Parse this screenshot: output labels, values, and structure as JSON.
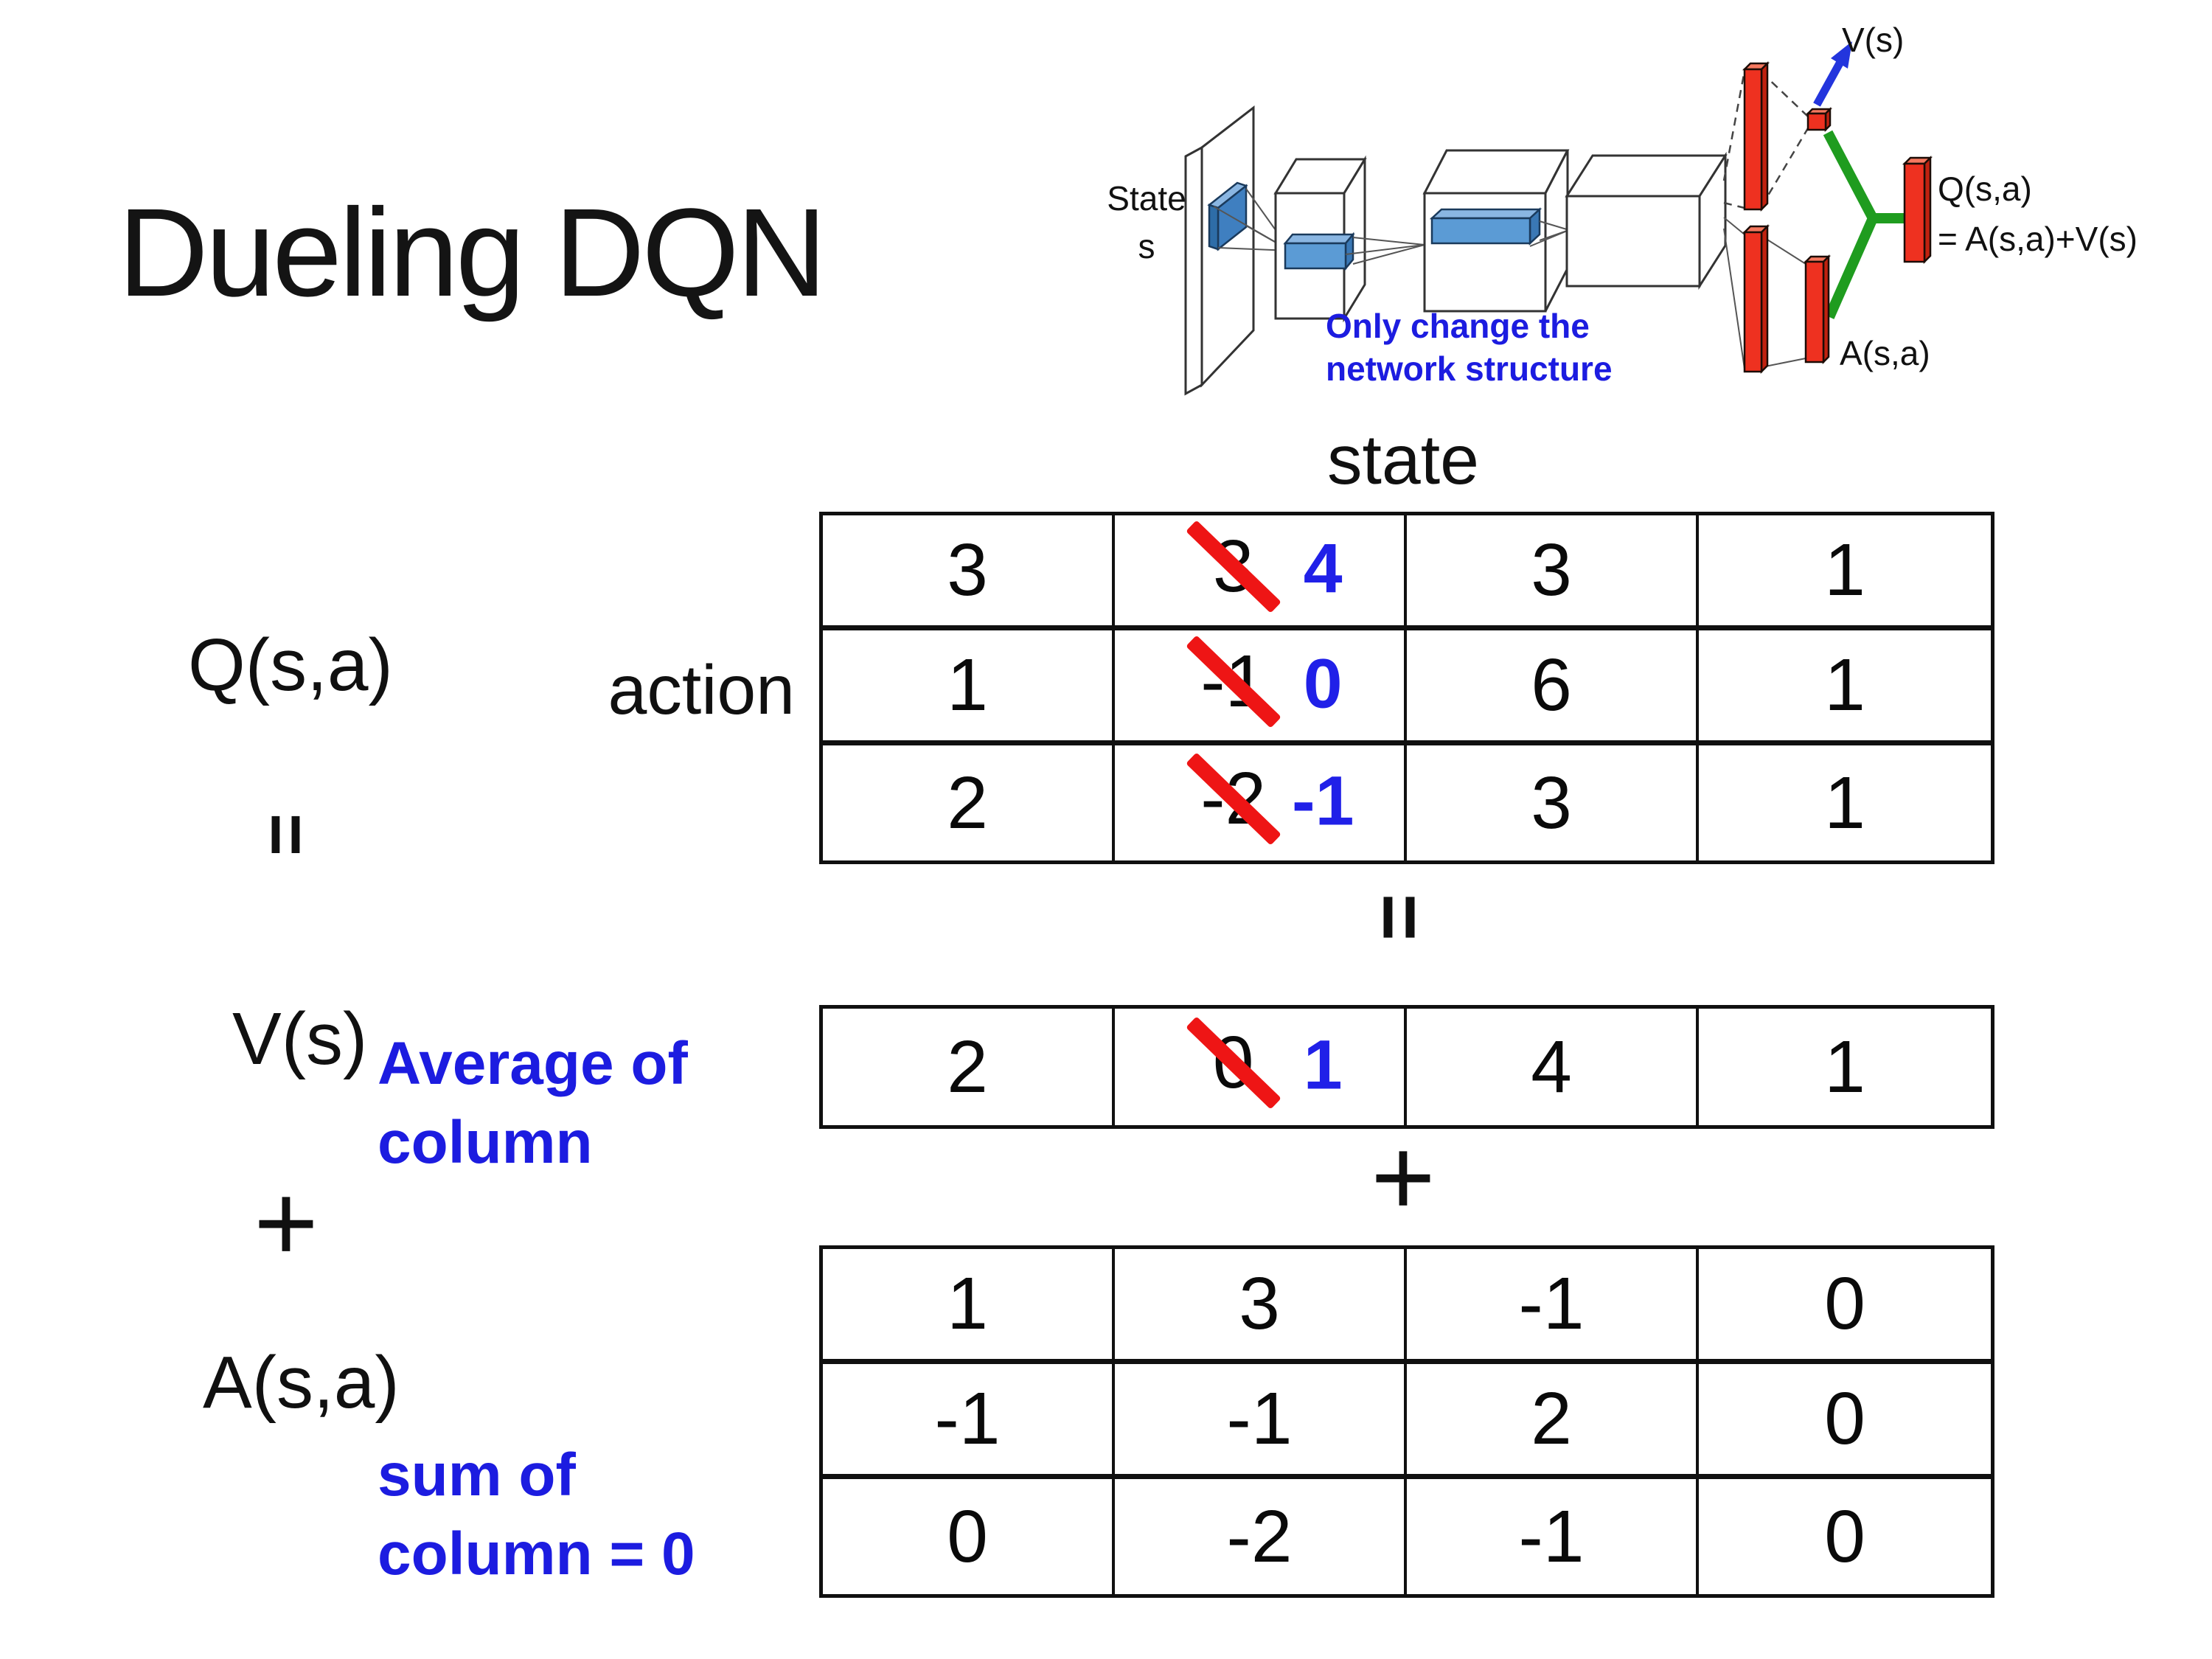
{
  "slide": {
    "title": "Dueling DQN"
  },
  "diagram": {
    "state_label_line1": "State",
    "state_label_line2": "s",
    "note_line1": "Only change the",
    "note_line2": "network structure",
    "v_out_label": "V(s)",
    "q_out_label_line1": "Q(s,a)",
    "q_out_label_line2": "= A(s,a)+V(s)",
    "a_out_label": "A(s,a)"
  },
  "matrix": {
    "state_label": "state",
    "action_label": "action",
    "q_label": "Q(s,a)",
    "v_label": "V(s)",
    "a_label": "A(s,a)",
    "equals_symbol": "=",
    "plus_symbol": "+",
    "v_note_line1": "Average of",
    "v_note_line2": "column",
    "a_note_line1": "sum of",
    "a_note_line2": "column = 0",
    "q_table": [
      [
        {
          "v": "3"
        },
        {
          "old": "3",
          "new": "4"
        },
        {
          "v": "3"
        },
        {
          "v": "1"
        }
      ],
      [
        {
          "v": "1"
        },
        {
          "old": "-1",
          "new": "0"
        },
        {
          "v": "6"
        },
        {
          "v": "1"
        }
      ],
      [
        {
          "v": "2"
        },
        {
          "old": "-2",
          "new": "-1"
        },
        {
          "v": "3"
        },
        {
          "v": "1"
        }
      ]
    ],
    "v_table": [
      [
        {
          "v": "2"
        },
        {
          "old": "0",
          "new": "1"
        },
        {
          "v": "4"
        },
        {
          "v": "1"
        }
      ]
    ],
    "a_table": [
      [
        {
          "v": "1"
        },
        {
          "v": "3"
        },
        {
          "v": "-1"
        },
        {
          "v": "0"
        }
      ],
      [
        {
          "v": "-1"
        },
        {
          "v": "-1"
        },
        {
          "v": "2"
        },
        {
          "v": "0"
        }
      ],
      [
        {
          "v": "0"
        },
        {
          "v": "-2"
        },
        {
          "v": "-1"
        },
        {
          "v": "0"
        }
      ]
    ]
  },
  "colors": {
    "annotation_blue": "#1c1ce0",
    "corrected_number_blue": "#2020e8",
    "strike_red": "#ee1515",
    "bar_red": "#ee3120",
    "merge_green": "#1f9c1f",
    "filter_blue": "#5b9bd5"
  }
}
